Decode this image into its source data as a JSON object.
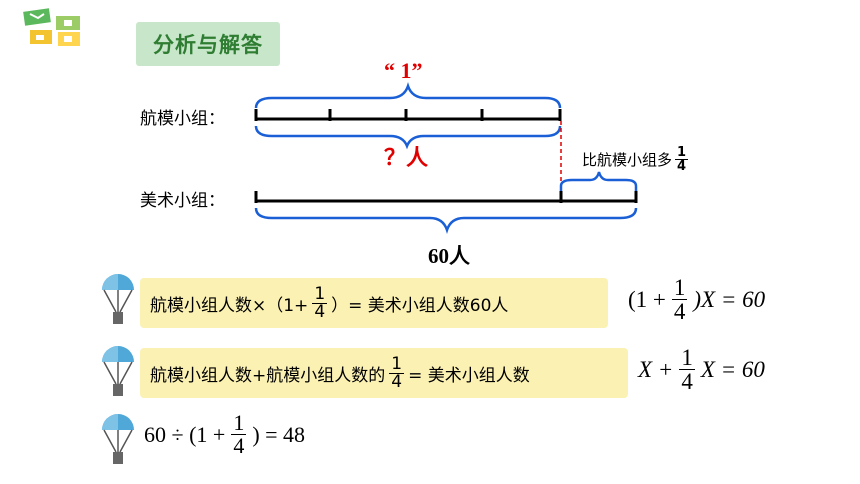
{
  "header": {
    "title": "分析与解答"
  },
  "diagram": {
    "one_label": "“ 1”",
    "unknown_label": "？人",
    "row1_label": "航模小组：",
    "row2_label": "美术小组：",
    "more_text": "比航模小组多",
    "more_frac": {
      "num": "1",
      "den": "4"
    },
    "total_label": "60人"
  },
  "rows": [
    {
      "text_a": "航模小组人数×（1+",
      "frac": {
        "num": "1",
        "den": "4"
      },
      "text_b": "）= 美术小组人数60人",
      "eq_a": "(1 +",
      "eq_frac": {
        "num": "1",
        "den": "4"
      },
      "eq_b": ")X  =  60"
    },
    {
      "text_a": "航模小组人数+航模小组人数的",
      "frac": {
        "num": "1",
        "den": "4"
      },
      "text_b": "= 美术小组人数",
      "eq_a": "X +",
      "eq_frac": {
        "num": "1",
        "den": "4"
      },
      "eq_b": "X = 60"
    },
    {
      "eq_a": "60  ÷ (1 +",
      "eq_frac": {
        "num": "1",
        "den": "4"
      },
      "eq_b": ")  =  48"
    }
  ],
  "colors": {
    "accent_red": "#e00000",
    "brace_blue": "#1a5fd6",
    "title_green": "#2e7d32",
    "box_yellow": "#fbf1b3"
  },
  "icons": [
    "logo-icon",
    "parachute-icon"
  ]
}
